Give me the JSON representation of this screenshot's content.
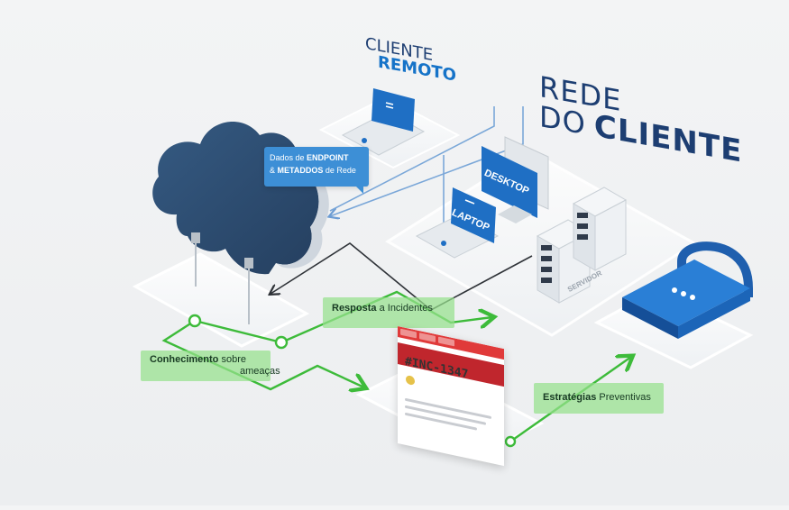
{
  "titles": {
    "cliente_remoto_line1": "CLIENTE",
    "cliente_remoto_line2": "REMOTO",
    "rede_line1": "REDE",
    "rede_line2": "DO",
    "rede_line3": "CLIENTE"
  },
  "devices": {
    "desktop": "DESKTOP",
    "laptop": "LAPTOP",
    "servidor": "SERVIDOR"
  },
  "bubble": {
    "prefix1": "Dados de ",
    "bold1": "ENDPOINT",
    "prefix2": "& ",
    "bold2": "METADDOS",
    "suffix2": " de Rede"
  },
  "tags": {
    "resposta_bold": "Resposta",
    "resposta_rest": " a  Incidentes",
    "conhecimento_bold": "Conhecimento",
    "conhecimento_rest": " sobre",
    "conhecimento_line2": "ameaças",
    "estrategias_bold": "Estratégias",
    "estrategias_rest": " Preventivas"
  },
  "incident_card": {
    "id": "#INC-1347"
  },
  "colors": {
    "cloud": "#2d4e73",
    "blue_device": "#1f6fc4",
    "green_flow": "#3dbb3a",
    "flow_line_blue": "#7aa7d8",
    "flow_line_dark": "#2f3338",
    "title_navy": "#1d3e72",
    "accent_red": "#c0262d"
  }
}
